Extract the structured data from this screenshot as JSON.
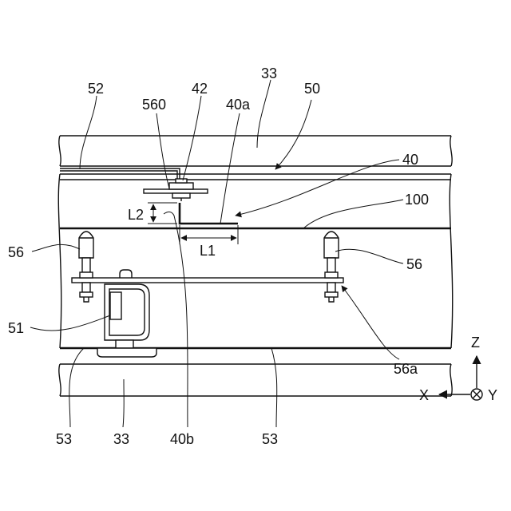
{
  "figure": {
    "labels": {
      "l52": "52",
      "l560": "560",
      "l42": "42",
      "l33_top": "33",
      "l40a": "40a",
      "l50": "50",
      "l40": "40",
      "l100": "100",
      "l56_left": "56",
      "l56_right": "56",
      "l51": "51",
      "l56a": "56a",
      "l53_left": "53",
      "l33_bottom": "33",
      "l40b": "40b",
      "l53_right": "53"
    },
    "dimensions": {
      "L1": "L1",
      "L2": "L2"
    },
    "axes": {
      "z": "Z",
      "x": "X",
      "y": "Y"
    }
  }
}
